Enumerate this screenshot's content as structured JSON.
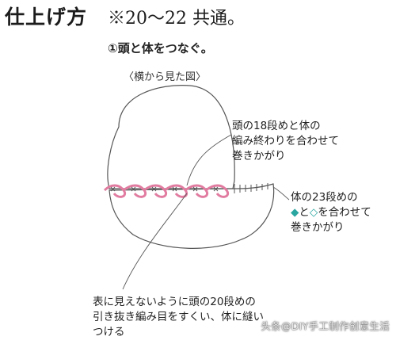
{
  "header": {
    "title": "仕上げ方",
    "note": "※20〜22 共通。"
  },
  "step": {
    "label": "①頭と体をつなぐ。",
    "view": "〈横から見た図〉"
  },
  "annotations": {
    "top_right": [
      "頭の18段めと体の",
      "編み終わりを合わせて",
      "巻きかがり"
    ],
    "middle_right_line1": "体の23段めの",
    "middle_right_line2_a": "◆",
    "middle_right_line2_b": "と",
    "middle_right_line2_c": "◇",
    "middle_right_line2_d": "を合わせて",
    "middle_right_line3": "巻きかがり",
    "bottom": [
      "表に見えないように頭の20段めの",
      "引き抜き編み目をすくい、体に縫い",
      "つける"
    ]
  },
  "colors": {
    "stitch_pink": "#e17ca0",
    "stitch_teal": "#2aa6a0",
    "outline": "#555555"
  },
  "watermark": "头条@DIY手工制作创意生活"
}
